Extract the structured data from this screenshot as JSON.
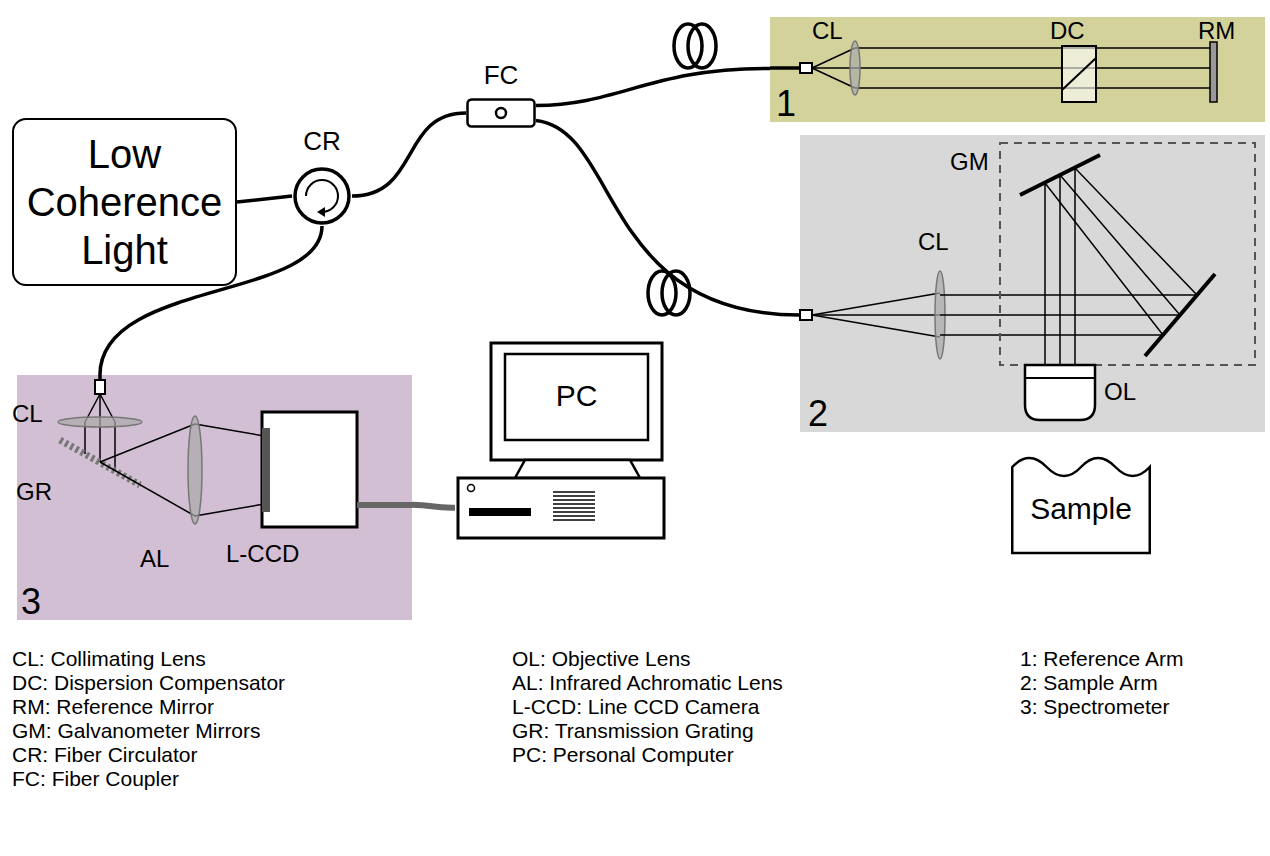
{
  "diagram": {
    "nodes": [
      {
        "text": [
          "Low Coherence Light"
        ]
      },
      {
        "text": [
          "CR"
        ]
      },
      {
        "text": [
          "FC"
        ]
      },
      {
        "text": [
          "1"
        ]
      },
      {
        "text": [
          "2"
        ]
      },
      {
        "text": [
          "3"
        ]
      },
      {
        "text": [
          "PC"
        ]
      },
      {
        "text": [
          "Sample"
        ]
      }
    ],
    "edges": [
      {
        "from": 0,
        "to": 1,
        "arrow": "none"
      },
      {
        "from": 1,
        "to": 2,
        "arrow": "none"
      },
      {
        "from": 2,
        "to": 3,
        "arrow": "none"
      },
      {
        "from": 2,
        "to": 4,
        "arrow": "none"
      },
      {
        "from": 1,
        "to": 5,
        "arrow": "none"
      },
      {
        "from": 5,
        "to": 6,
        "arrow": "none"
      }
    ],
    "labels": [
      "CL",
      "DC",
      "RM",
      "GM",
      "CL",
      "OL",
      "CL",
      "GR",
      "AL",
      "L-CCD",
      "CL: Collimating Lens",
      "DC: Dispersion Compensator",
      "RM: Reference Mirror",
      "GM: Galvanometer Mirrors",
      "CR: Fiber Circulator",
      "FC: Fiber Coupler",
      "OL: Objective Lens",
      "AL: Infrared Achromatic Lens",
      "L-CCD: Line CCD Camera",
      "GR: Transmission Grating",
      "PC: Personal Computer",
      "1: Reference Arm",
      "2: Sample Arm",
      "3: Spectrometer"
    ]
  }
}
